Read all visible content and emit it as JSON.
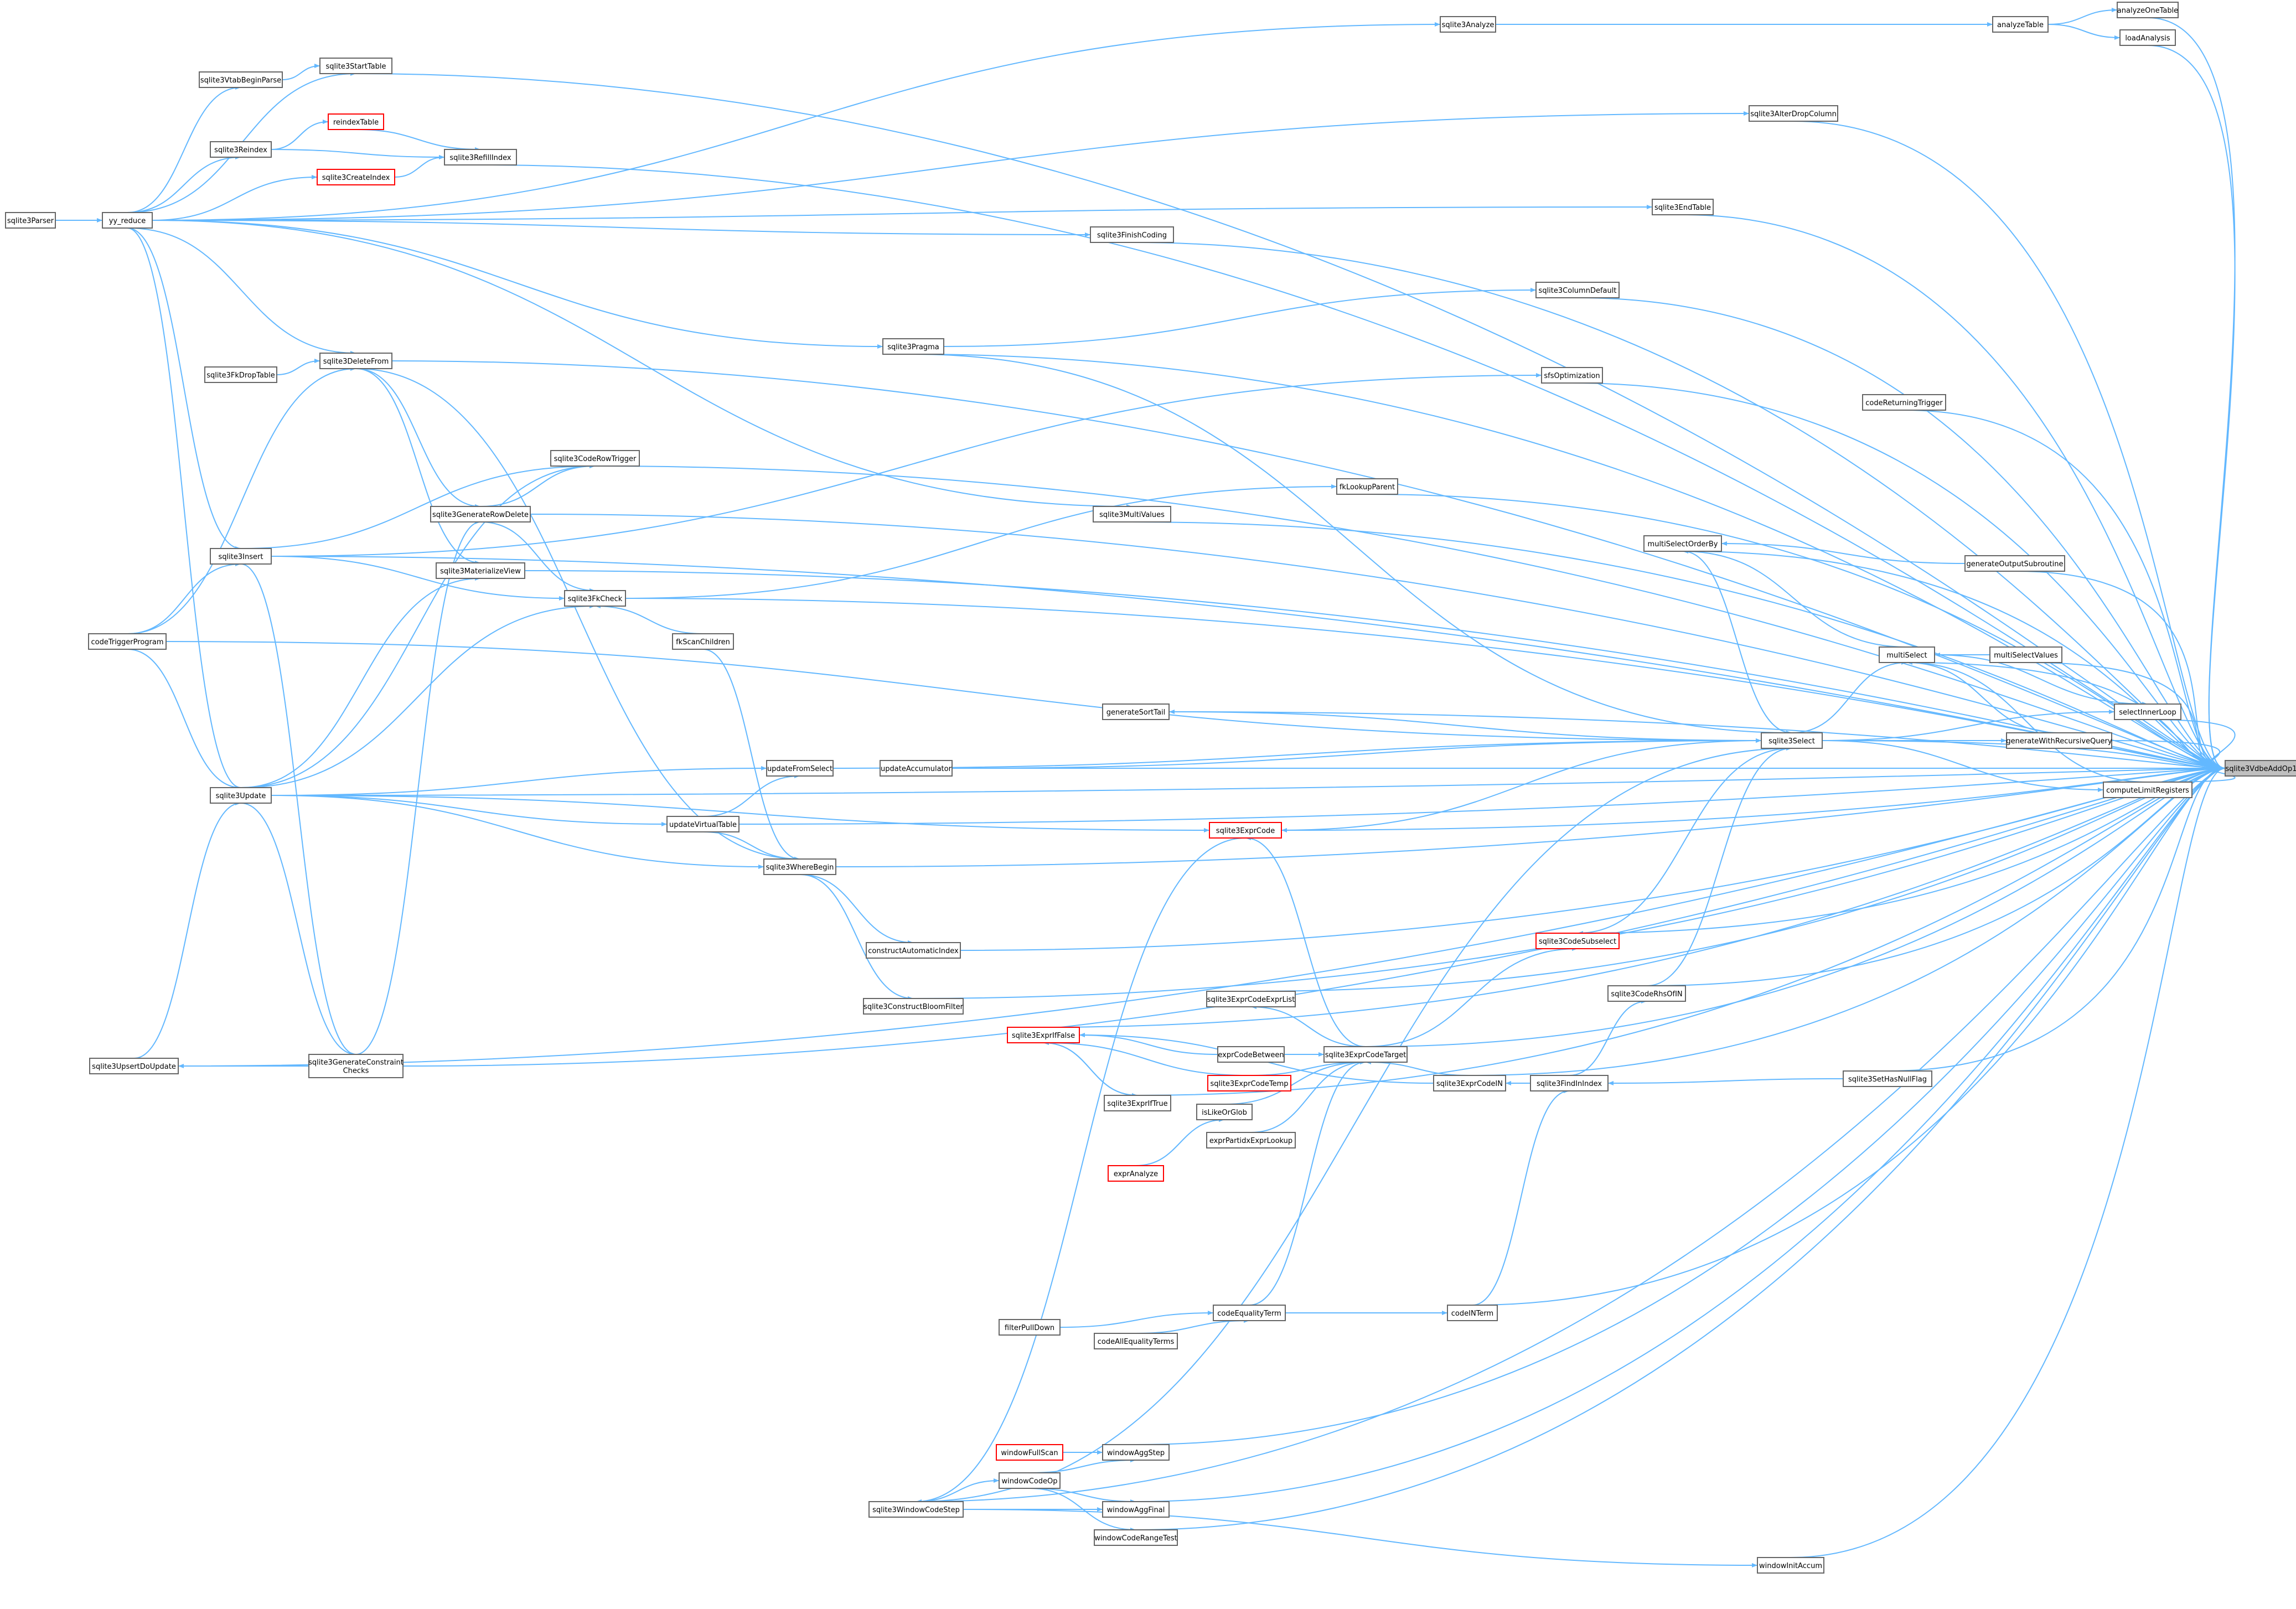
{
  "graph": {
    "root": "sqlite3VdbeAddOp1",
    "edge_color": "#63b8ff",
    "node_border": "#666666",
    "highlight_border": "#ff0000",
    "root_fill": "#bfbfbf",
    "nodes": {
      "sqlite3VdbeAddOp1": {
        "label": "sqlite3VdbeAddOp1",
        "root": true
      },
      "analyzeOneTable": {
        "label": "analyzeOneTable"
      },
      "loadAnalysis": {
        "label": "loadAnalysis"
      },
      "analyzeTable": {
        "label": "analyzeTable"
      },
      "sqlite3Analyze": {
        "label": "sqlite3Analyze"
      },
      "sqlite3AlterDropColumn": {
        "label": "sqlite3AlterDropColumn"
      },
      "sqlite3EndTable": {
        "label": "sqlite3EndTable"
      },
      "sqlite3ColumnDefault": {
        "label": "sqlite3ColumnDefault"
      },
      "sfsOptimization": {
        "label": "sfsOptimization"
      },
      "codeReturningTrigger": {
        "label": "codeReturningTrigger"
      },
      "fkLookupParent": {
        "label": "fkLookupParent"
      },
      "multiSelectOrderBy": {
        "label": "multiSelectOrderBy"
      },
      "generateOutputSubroutine": {
        "label": "generateOutputSubroutine"
      },
      "multiSelect": {
        "label": "multiSelect"
      },
      "multiSelectValues": {
        "label": "multiSelectValues"
      },
      "selectInnerLoop": {
        "label": "selectInnerLoop"
      },
      "generateWithRecursiveQuery": {
        "label": "generateWithRecursiveQuery"
      },
      "computeLimitRegisters": {
        "label": "computeLimitRegisters"
      },
      "sqlite3Select": {
        "label": "sqlite3Select"
      },
      "sqlite3SetHasNullFlag": {
        "label": "sqlite3SetHasNullFlag"
      },
      "sqlite3CodeSubselect": {
        "label": "sqlite3CodeSubselect",
        "red": true
      },
      "sqlite3CodeRhsOfIN": {
        "label": "sqlite3CodeRhsOfIN"
      },
      "sqlite3FindInIndex": {
        "label": "sqlite3FindInIndex"
      },
      "sqlite3ExprCodeIN": {
        "label": "sqlite3ExprCodeIN"
      },
      "codeINTerm": {
        "label": "codeINTerm"
      },
      "windowInitAccum": {
        "label": "windowInitAccum"
      },
      "sqlite3FinishCoding": {
        "label": "sqlite3FinishCoding"
      },
      "sqlite3Pragma": {
        "label": "sqlite3Pragma"
      },
      "sqlite3MultiValues": {
        "label": "sqlite3MultiValues"
      },
      "generateSortTail": {
        "label": "generateSortTail"
      },
      "updateAccumulator": {
        "label": "updateAccumulator"
      },
      "sqlite3ExprCode": {
        "label": "sqlite3ExprCode",
        "red": true
      },
      "sqlite3ExprCodeExprList": {
        "label": "sqlite3ExprCodeExprList"
      },
      "sqlite3ExprCodeTarget": {
        "label": "sqlite3ExprCodeTarget"
      },
      "sqlite3ExprIfFalse": {
        "label": "sqlite3ExprIfFalse",
        "red": true
      },
      "exprCodeBetween": {
        "label": "exprCodeBetween"
      },
      "sqlite3ExprCodeTemp": {
        "label": "sqlite3ExprCodeTemp",
        "red": true
      },
      "sqlite3ExprIfTrue": {
        "label": "sqlite3ExprIfTrue"
      },
      "isLikeOrGlob": {
        "label": "isLikeOrGlob"
      },
      "exprPartidxExprLookup": {
        "label": "exprPartidxExprLookup"
      },
      "exprAnalyze": {
        "label": "exprAnalyze",
        "red": true
      },
      "constructAutomaticIndex": {
        "label": "constructAutomaticIndex"
      },
      "sqlite3ConstructBloomFilter": {
        "label": "sqlite3ConstructBloomFilter"
      },
      "sqlite3WhereBegin": {
        "label": "sqlite3WhereBegin"
      },
      "updateFromSelect": {
        "label": "updateFromSelect"
      },
      "updateVirtualTable": {
        "label": "updateVirtualTable"
      },
      "codeEqualityTerm": {
        "label": "codeEqualityTerm"
      },
      "codeAllEqualityTerms": {
        "label": "codeAllEqualityTerms"
      },
      "filterPullDown": {
        "label": "filterPullDown"
      },
      "windowAggStep": {
        "label": "windowAggStep"
      },
      "windowFullScan": {
        "label": "windowFullScan",
        "red": true
      },
      "windowCodeOp": {
        "label": "windowCodeOp"
      },
      "windowAggFinal": {
        "label": "windowAggFinal"
      },
      "windowCodeRangeTest": {
        "label": "windowCodeRangeTest"
      },
      "sqlite3WindowCodeStep": {
        "label": "sqlite3WindowCodeStep"
      },
      "sqlite3StartTable": {
        "label": "sqlite3StartTable"
      },
      "sqlite3VtabBeginParse": {
        "label": "sqlite3VtabBeginParse"
      },
      "reindexTable": {
        "label": "reindexTable",
        "red": true
      },
      "sqlite3Reindex": {
        "label": "sqlite3Reindex"
      },
      "sqlite3RefillIndex": {
        "label": "sqlite3RefillIndex"
      },
      "sqlite3CreateIndex": {
        "label": "sqlite3CreateIndex",
        "red": true
      },
      "sqlite3Parser": {
        "label": "sqlite3Parser"
      },
      "yy_reduce": {
        "label": "yy_reduce"
      },
      "sqlite3DeleteFrom": {
        "label": "sqlite3DeleteFrom"
      },
      "sqlite3FkDropTable": {
        "label": "sqlite3FkDropTable"
      },
      "sqlite3CodeRowTrigger": {
        "label": "sqlite3CodeRowTrigger"
      },
      "sqlite3GenerateRowDelete": {
        "label": "sqlite3GenerateRowDelete"
      },
      "sqlite3Insert": {
        "label": "sqlite3Insert"
      },
      "sqlite3MaterializeView": {
        "label": "sqlite3MaterializeView"
      },
      "sqlite3FkCheck": {
        "label": "sqlite3FkCheck"
      },
      "fkScanChildren": {
        "label": "fkScanChildren"
      },
      "codeTriggerProgram": {
        "label": "codeTriggerProgram"
      },
      "sqlite3Update": {
        "label": "sqlite3Update"
      },
      "sqlite3UpsertDoUpdate": {
        "label": "sqlite3UpsertDoUpdate"
      },
      "sqlite3GenerateConstraintChecks": {
        "label": "sqlite3GenerateConstraint\nChecks"
      }
    },
    "edges": [
      [
        "analyzeOneTable",
        "sqlite3VdbeAddOp1"
      ],
      [
        "loadAnalysis",
        "sqlite3VdbeAddOp1"
      ],
      [
        "analyzeTable",
        "analyzeOneTable"
      ],
      [
        "analyzeTable",
        "loadAnalysis"
      ],
      [
        "sqlite3Analyze",
        "analyzeTable"
      ],
      [
        "yy_reduce",
        "sqlite3Analyze"
      ],
      [
        "sqlite3StartTable",
        "sqlite3VdbeAddOp1"
      ],
      [
        "sqlite3VtabBeginParse",
        "sqlite3StartTable"
      ],
      [
        "yy_reduce",
        "sqlite3StartTable"
      ],
      [
        "yy_reduce",
        "sqlite3VtabBeginParse"
      ],
      [
        "sqlite3AlterDropColumn",
        "sqlite3VdbeAddOp1"
      ],
      [
        "yy_reduce",
        "sqlite3AlterDropColumn"
      ],
      [
        "sqlite3RefillIndex",
        "sqlite3VdbeAddOp1"
      ],
      [
        "reindexTable",
        "sqlite3RefillIndex"
      ],
      [
        "sqlite3Reindex",
        "reindexTable"
      ],
      [
        "sqlite3Reindex",
        "sqlite3RefillIndex"
      ],
      [
        "sqlite3CreateIndex",
        "sqlite3RefillIndex"
      ],
      [
        "yy_reduce",
        "sqlite3Reindex"
      ],
      [
        "yy_reduce",
        "sqlite3CreateIndex"
      ],
      [
        "sqlite3Parser",
        "yy_reduce"
      ],
      [
        "sqlite3EndTable",
        "sqlite3VdbeAddOp1"
      ],
      [
        "yy_reduce",
        "sqlite3EndTable"
      ],
      [
        "sqlite3FinishCoding",
        "sqlite3VdbeAddOp1"
      ],
      [
        "yy_reduce",
        "sqlite3FinishCoding"
      ],
      [
        "sqlite3ColumnDefault",
        "sqlite3VdbeAddOp1"
      ],
      [
        "sqlite3Pragma",
        "sqlite3ColumnDefault"
      ],
      [
        "sqlite3Pragma",
        "sqlite3VdbeAddOp1"
      ],
      [
        "yy_reduce",
        "sqlite3Pragma"
      ],
      [
        "sqlite3DeleteFrom",
        "sqlite3VdbeAddOp1"
      ],
      [
        "yy_reduce",
        "sqlite3DeleteFrom"
      ],
      [
        "sqlite3FkDropTable",
        "sqlite3DeleteFrom"
      ],
      [
        "codeTriggerProgram",
        "sqlite3DeleteFrom"
      ],
      [
        "sfsOptimization",
        "sqlite3VdbeAddOp1"
      ],
      [
        "sqlite3Insert",
        "sfsOptimization"
      ],
      [
        "codeReturningTrigger",
        "sqlite3VdbeAddOp1"
      ],
      [
        "sqlite3CodeRowTrigger",
        "sqlite3VdbeAddOp1"
      ],
      [
        "sqlite3Insert",
        "sqlite3CodeRowTrigger"
      ],
      [
        "sqlite3GenerateRowDelete",
        "sqlite3CodeRowTrigger"
      ],
      [
        "sqlite3Update",
        "sqlite3CodeRowTrigger"
      ],
      [
        "fkLookupParent",
        "sqlite3VdbeAddOp1"
      ],
      [
        "sqlite3FkCheck",
        "fkLookupParent"
      ],
      [
        "sqlite3GenerateRowDelete",
        "sqlite3VdbeAddOp1"
      ],
      [
        "sqlite3DeleteFrom",
        "sqlite3GenerateRowDelete"
      ],
      [
        "sqlite3GenerateConstraintChecks",
        "sqlite3GenerateRowDelete"
      ],
      [
        "sqlite3MultiValues",
        "sqlite3VdbeAddOp1"
      ],
      [
        "yy_reduce",
        "sqlite3MultiValues"
      ],
      [
        "sqlite3Insert",
        "sqlite3VdbeAddOp1"
      ],
      [
        "yy_reduce",
        "sqlite3Insert"
      ],
      [
        "codeTriggerProgram",
        "sqlite3Insert"
      ],
      [
        "sqlite3MaterializeView",
        "sqlite3VdbeAddOp1"
      ],
      [
        "sqlite3DeleteFrom",
        "sqlite3MaterializeView"
      ],
      [
        "sqlite3Update",
        "sqlite3MaterializeView"
      ],
      [
        "sqlite3FkCheck",
        "sqlite3VdbeAddOp1"
      ],
      [
        "sqlite3Insert",
        "sqlite3FkCheck"
      ],
      [
        "sqlite3GenerateRowDelete",
        "sqlite3FkCheck"
      ],
      [
        "sqlite3Update",
        "sqlite3FkCheck"
      ],
      [
        "fkScanChildren",
        "sqlite3FkCheck"
      ],
      [
        "multiSelectOrderBy",
        "sqlite3VdbeAddOp1"
      ],
      [
        "generateOutputSubroutine",
        "multiSelectOrderBy"
      ],
      [
        "multiSelect",
        "multiSelectOrderBy"
      ],
      [
        "sqlite3Select",
        "multiSelectOrderBy"
      ],
      [
        "generateOutputSubroutine",
        "sqlite3VdbeAddOp1"
      ],
      [
        "multiSelect",
        "sqlite3VdbeAddOp1"
      ],
      [
        "sqlite3Select",
        "multiSelect"
      ],
      [
        "multiSelectValues",
        "sqlite3VdbeAddOp1"
      ],
      [
        "multiSelectValues",
        "multiSelect"
      ],
      [
        "selectInnerLoop",
        "sqlite3VdbeAddOp1"
      ],
      [
        "multiSelect",
        "selectInnerLoop"
      ],
      [
        "sqlite3Select",
        "selectInnerLoop"
      ],
      [
        "generateWithRecursiveQuery",
        "sqlite3VdbeAddOp1"
      ],
      [
        "generateWithRecursiveQuery",
        "multiSelect"
      ],
      [
        "sqlite3Select",
        "generateWithRecursiveQuery"
      ],
      [
        "computeLimitRegisters",
        "sqlite3VdbeAddOp1"
      ],
      [
        "computeLimitRegisters",
        "multiSelect"
      ],
      [
        "sqlite3Select",
        "computeLimitRegisters"
      ],
      [
        "sqlite3Select",
        "sqlite3VdbeAddOp1"
      ],
      [
        "codeTriggerProgram",
        "sqlite3Select"
      ],
      [
        "updateAccumulator",
        "sqlite3Select"
      ],
      [
        "sqlite3Pragma",
        "sqlite3Select"
      ],
      [
        "generateSortTail",
        "sqlite3VdbeAddOp1"
      ],
      [
        "sqlite3Select",
        "generateSortTail"
      ],
      [
        "updateAccumulator",
        "sqlite3VdbeAddOp1"
      ],
      [
        "sqlite3ExprCode",
        "sqlite3VdbeAddOp1"
      ],
      [
        "sqlite3Select",
        "sqlite3ExprCode"
      ],
      [
        "sqlite3Update",
        "sqlite3ExprCode"
      ],
      [
        "sqlite3ExprCodeExprList",
        "sqlite3VdbeAddOp1"
      ],
      [
        "sqlite3CodeSubselect",
        "sqlite3VdbeAddOp1"
      ],
      [
        "sqlite3Select",
        "sqlite3CodeSubselect"
      ],
      [
        "sqlite3CodeRhsOfIN",
        "sqlite3VdbeAddOp1"
      ],
      [
        "sqlite3CodeRhsOfIN",
        "sqlite3Select"
      ],
      [
        "sqlite3ExprCodeTarget",
        "sqlite3VdbeAddOp1"
      ],
      [
        "sqlite3ExprCodeTarget",
        "sqlite3CodeSubselect"
      ],
      [
        "sqlite3ExprCodeTarget",
        "sqlite3ExprCode"
      ],
      [
        "sqlite3ExprCodeTarget",
        "sqlite3ExprCodeExprList"
      ],
      [
        "sqlite3ExprIfFalse",
        "sqlite3VdbeAddOp1"
      ],
      [
        "sqlite3ExprIfTrue",
        "sqlite3ExprIfFalse"
      ],
      [
        "sqlite3ExprIfFalse",
        "sqlite3ExprIfTrue"
      ],
      [
        "exprCodeBetween",
        "sqlite3ExprIfFalse"
      ],
      [
        "exprCodeBetween",
        "sqlite3ExprCodeTarget"
      ],
      [
        "sqlite3ExprCodeTemp",
        "sqlite3ExprCodeTarget"
      ],
      [
        "sqlite3ExprCodeTemp",
        "sqlite3ExprIfFalse"
      ],
      [
        "sqlite3ExprIfTrue",
        "sqlite3VdbeAddOp1"
      ],
      [
        "isLikeOrGlob",
        "sqlite3ExprCodeTarget"
      ],
      [
        "exprAnalyze",
        "isLikeOrGlob"
      ],
      [
        "exprPartidxExprLookup",
        "sqlite3ExprCodeTarget"
      ],
      [
        "sqlite3ExprCodeIN",
        "sqlite3VdbeAddOp1"
      ],
      [
        "sqlite3ExprCodeIN",
        "sqlite3ExprCodeTarget"
      ],
      [
        "sqlite3ExprCodeIN",
        "sqlite3ExprIfFalse"
      ],
      [
        "sqlite3FindInIndex",
        "sqlite3ExprCodeIN"
      ],
      [
        "sqlite3FindInIndex",
        "sqlite3CodeRhsOfIN"
      ],
      [
        "sqlite3SetHasNullFlag",
        "sqlite3VdbeAddOp1"
      ],
      [
        "sqlite3SetHasNullFlag",
        "sqlite3FindInIndex"
      ],
      [
        "codeINTerm",
        "sqlite3VdbeAddOp1"
      ],
      [
        "codeINTerm",
        "sqlite3FindInIndex"
      ],
      [
        "codeEqualityTerm",
        "codeINTerm"
      ],
      [
        "codeEqualityTerm",
        "sqlite3ExprCodeTarget"
      ],
      [
        "codeAllEqualityTerms",
        "codeEqualityTerm"
      ],
      [
        "filterPullDown",
        "codeEqualityTerm"
      ],
      [
        "constructAutomaticIndex",
        "sqlite3VdbeAddOp1"
      ],
      [
        "sqlite3WhereBegin",
        "constructAutomaticIndex"
      ],
      [
        "sqlite3ConstructBloomFilter",
        "sqlite3VdbeAddOp1"
      ],
      [
        "sqlite3WhereBegin",
        "sqlite3ConstructBloomFilter"
      ],
      [
        "sqlite3WhereBegin",
        "sqlite3VdbeAddOp1"
      ],
      [
        "sqlite3DeleteFrom",
        "sqlite3WhereBegin"
      ],
      [
        "sqlite3Update",
        "sqlite3WhereBegin"
      ],
      [
        "fkScanChildren",
        "sqlite3WhereBegin"
      ],
      [
        "updateVirtualTable",
        "sqlite3WhereBegin"
      ],
      [
        "updateFromSelect",
        "sqlite3Select"
      ],
      [
        "sqlite3Update",
        "updateFromSelect"
      ],
      [
        "updateVirtualTable",
        "updateFromSelect"
      ],
      [
        "updateVirtualTable",
        "sqlite3VdbeAddOp1"
      ],
      [
        "sqlite3Update",
        "updateVirtualTable"
      ],
      [
        "sqlite3Update",
        "sqlite3VdbeAddOp1"
      ],
      [
        "yy_reduce",
        "sqlite3Update"
      ],
      [
        "codeTriggerProgram",
        "sqlite3Update"
      ],
      [
        "sqlite3UpsertDoUpdate",
        "sqlite3Update"
      ],
      [
        "sqlite3UpsertDoUpdate",
        "sqlite3VdbeAddOp1"
      ],
      [
        "sqlite3GenerateConstraintChecks",
        "sqlite3UpsertDoUpdate"
      ],
      [
        "sqlite3GenerateConstraintChecks",
        "sqlite3VdbeAddOp1"
      ],
      [
        "sqlite3Insert",
        "sqlite3GenerateConstraintChecks"
      ],
      [
        "sqlite3Update",
        "sqlite3GenerateConstraintChecks"
      ],
      [
        "windowAggStep",
        "sqlite3VdbeAddOp1"
      ],
      [
        "windowFullScan",
        "windowAggStep"
      ],
      [
        "windowCodeOp",
        "windowAggStep"
      ],
      [
        "windowAggFinal",
        "sqlite3VdbeAddOp1"
      ],
      [
        "windowCodeOp",
        "windowAggFinal"
      ],
      [
        "sqlite3WindowCodeStep",
        "windowAggFinal"
      ],
      [
        "windowCodeRangeTest",
        "sqlite3VdbeAddOp1"
      ],
      [
        "windowCodeOp",
        "windowCodeRangeTest"
      ],
      [
        "sqlite3WindowCodeStep",
        "windowCodeOp"
      ],
      [
        "sqlite3WindowCodeStep",
        "sqlite3VdbeAddOp1"
      ],
      [
        "windowInitAccum",
        "sqlite3VdbeAddOp1"
      ],
      [
        "sqlite3WindowCodeStep",
        "windowInitAccum"
      ],
      [
        "sqlite3Select",
        "sqlite3WindowCodeStep"
      ],
      [
        "sqlite3ExprCode",
        "sqlite3WindowCodeStep"
      ]
    ]
  }
}
